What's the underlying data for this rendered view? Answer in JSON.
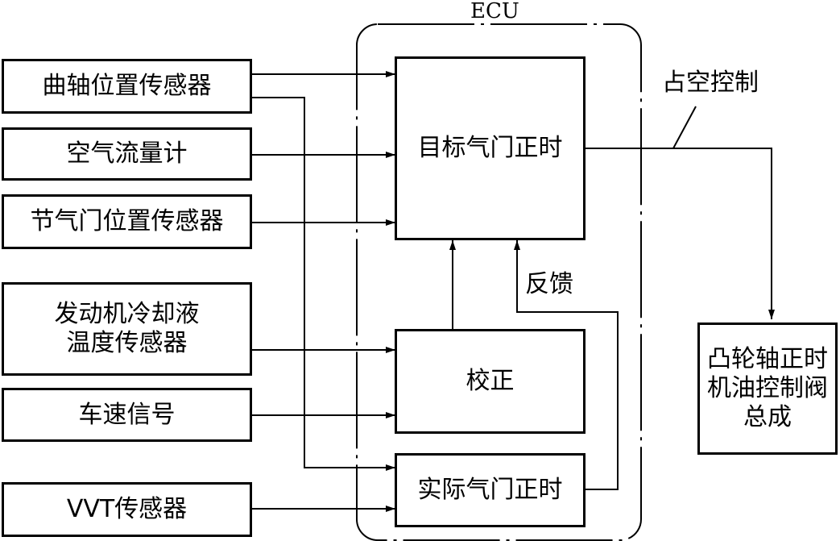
{
  "ecu": {
    "title": "ECU"
  },
  "inputs": [
    {
      "id": "crank",
      "label": "曲轴位置传感器"
    },
    {
      "id": "airflow",
      "label": "空气流量计"
    },
    {
      "id": "throttle",
      "label": "节气门位置传感器"
    },
    {
      "id": "coolant",
      "label": "发动机冷却液\n温度传感器"
    },
    {
      "id": "speed",
      "label": "车速信号"
    },
    {
      "id": "vvt",
      "label": "VVT传感器"
    }
  ],
  "ecu_blocks": {
    "target": "目标气门正时",
    "correction": "校正",
    "actual": "实际气门正时"
  },
  "output": {
    "label": "凸轮轴正时\n机油控制阀\n总成"
  },
  "annotations": {
    "duty_control": "占空控制",
    "feedback": "反馈"
  },
  "colors": {
    "line": "#000000",
    "background": "#ffffff"
  }
}
